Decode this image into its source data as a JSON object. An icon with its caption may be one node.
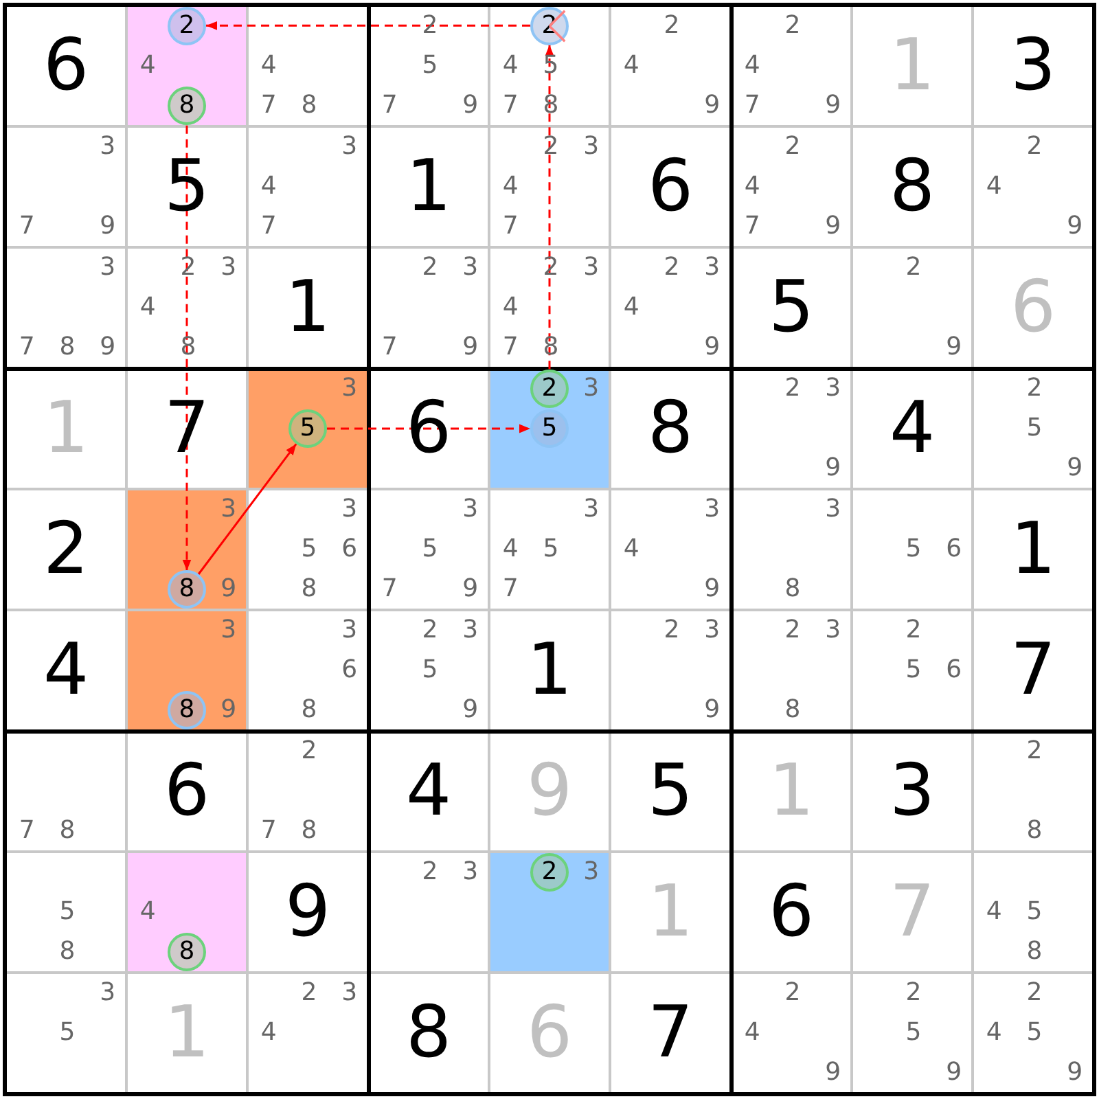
{
  "diagram": {
    "nodes": [
      {
        "text": [
          "2"
        ]
      },
      {
        "text": [
          "8"
        ]
      },
      {
        "text": [
          "2"
        ]
      },
      {
        "text": [
          "5"
        ]
      },
      {
        "text": [
          "2"
        ]
      },
      {
        "text": [
          "5"
        ]
      },
      {
        "text": [
          "8"
        ]
      },
      {
        "text": [
          "8"
        ]
      },
      {
        "text": [
          "8"
        ]
      },
      {
        "text": [
          "2"
        ]
      }
    ],
    "edges": [
      {
        "from": 2,
        "to": 0,
        "arrow": "to",
        "style": "dashed"
      },
      {
        "from": 1,
        "to": 6,
        "arrow": "to",
        "style": "dashed"
      },
      {
        "from": 6,
        "to": 3,
        "arrow": "to"
      },
      {
        "from": 3,
        "to": 5,
        "arrow": "to",
        "style": "dashed"
      },
      {
        "from": 4,
        "to": 2,
        "arrow": "to",
        "style": "dashed"
      }
    ],
    "labels": [
      "6",
      "4",
      "4",
      "7",
      "8",
      "2",
      "5",
      "7",
      "9",
      "4",
      "5",
      "7",
      "8",
      "2",
      "4",
      "9",
      "2",
      "4",
      "7",
      "9",
      "1",
      "3",
      "3",
      "7",
      "9",
      "5",
      "3",
      "4",
      "7",
      "1",
      "2",
      "3",
      "4",
      "7",
      "6",
      "2",
      "4",
      "7",
      "9",
      "8",
      "2",
      "4",
      "9",
      "3",
      "7",
      "8",
      "9",
      "2",
      "3",
      "4",
      "8",
      "1",
      "2",
      "3",
      "7",
      "9",
      "2",
      "3",
      "4",
      "7",
      "8",
      "2",
      "3",
      "4",
      "9",
      "5",
      "2",
      "9",
      "6",
      "1",
      "7",
      "3",
      "6",
      "3",
      "8",
      "2",
      "3",
      "9",
      "4",
      "2",
      "5",
      "9",
      "2",
      "3",
      "9",
      "3",
      "5",
      "6",
      "8",
      "3",
      "5",
      "7",
      "9",
      "3",
      "4",
      "5",
      "7",
      "3",
      "4",
      "9",
      "3",
      "8",
      "5",
      "6",
      "1",
      "4",
      "3",
      "9",
      "3",
      "6",
      "8",
      "2",
      "3",
      "5",
      "9",
      "1",
      "2",
      "3",
      "9",
      "2",
      "3",
      "8",
      "2",
      "5",
      "6",
      "7",
      "7",
      "8",
      "6",
      "2",
      "7",
      "8",
      "4",
      "9",
      "5",
      "1",
      "3",
      "2",
      "8",
      "5",
      "8",
      "4",
      "9",
      "2",
      "3",
      "3",
      "1",
      "6",
      "7",
      "4",
      "5",
      "8",
      "3",
      "5",
      "1",
      "2",
      "3",
      "4",
      "8",
      "6",
      "7",
      "2",
      "4",
      "9",
      "2",
      "5",
      "9",
      "2",
      "4",
      "5",
      "9"
    ]
  }
}
